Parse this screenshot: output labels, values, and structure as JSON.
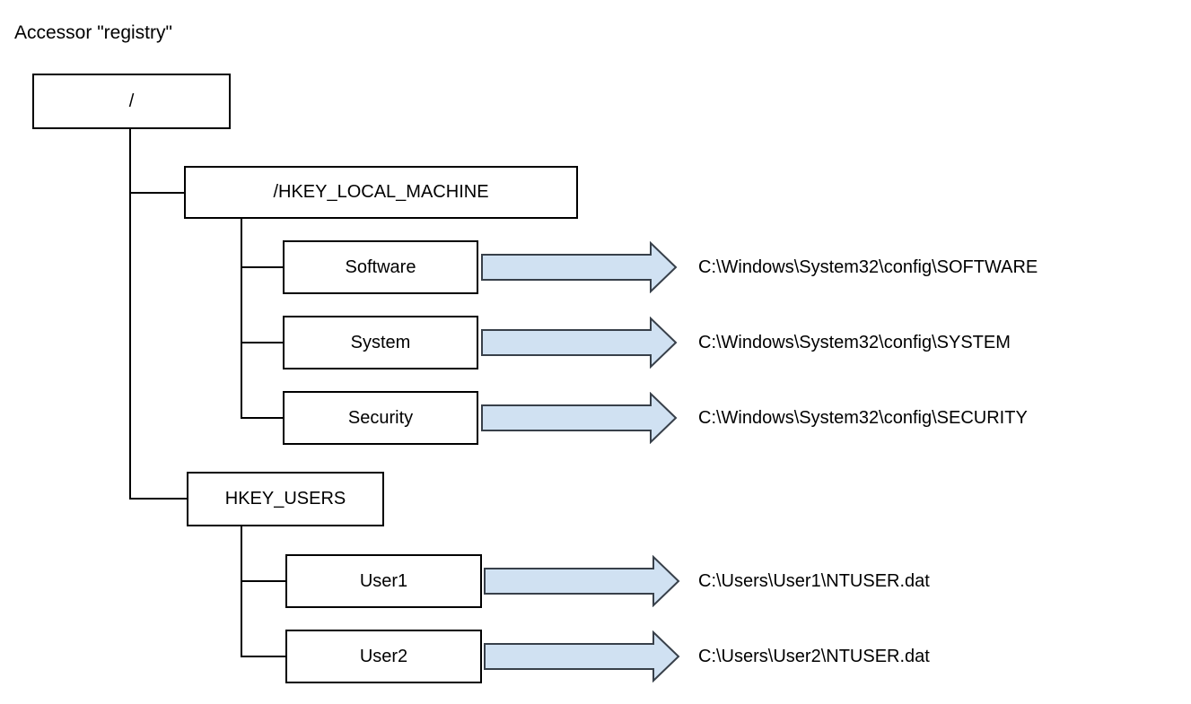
{
  "title": "Accessor \"registry\"",
  "root": {
    "label": "/"
  },
  "hklm": {
    "label": "/HKEY_LOCAL_MACHINE"
  },
  "hkey_users": {
    "label": "HKEY_USERS"
  },
  "hklm_children": [
    {
      "label": "Software",
      "path": "C:\\Windows\\System32\\config\\SOFTWARE"
    },
    {
      "label": "System",
      "path": "C:\\Windows\\System32\\config\\SYSTEM"
    },
    {
      "label": "Security",
      "path": "C:\\Windows\\System32\\config\\SECURITY"
    }
  ],
  "user_children": [
    {
      "label": "User1",
      "path": "C:\\Users\\User1\\NTUSER.dat"
    },
    {
      "label": "User2",
      "path": "C:\\Users\\User2\\NTUSER.dat"
    }
  ],
  "colors": {
    "background": "#ffffff",
    "box_fill": "#ffffff",
    "box_border": "#000000",
    "line": "#000000",
    "text": "#000000",
    "arrow_fill": "#d0e1f2",
    "arrow_stroke": "#38404a"
  }
}
